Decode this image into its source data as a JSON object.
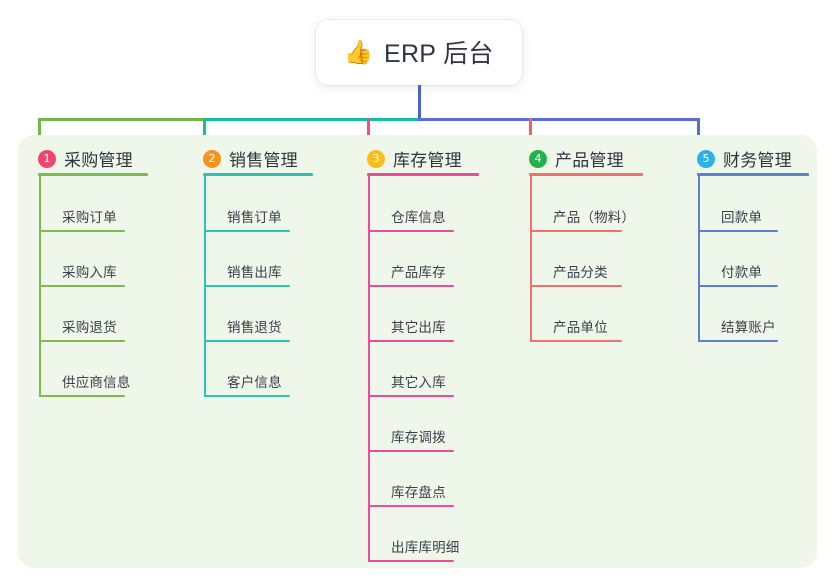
{
  "title": {
    "icon": "thumbs-up-icon",
    "icon_glyph": "👍",
    "text": "ERP 后台"
  },
  "colors": {
    "panel_bg": "#eef7e9",
    "card_bg": "#ffffff",
    "stem_blue": "#4c63cf",
    "bar_green": "#74b743",
    "bar_teal": "#11bfa1",
    "bar_blue": "#5b6ad6",
    "drop_green": "#74b743",
    "drop_teal": "#11bfa1",
    "drop_pink": "#ef4b8f",
    "drop_red": "#f2635f",
    "drop_blue": "#4f74cf"
  },
  "columns": [
    {
      "index": "1",
      "title": "采购管理",
      "badge_color": "#f2456b",
      "line_color": "#7cbc4e",
      "items": [
        {
          "label": "采购订单"
        },
        {
          "label": "采购入库"
        },
        {
          "label": "采购退货"
        },
        {
          "label": "供应商信息"
        }
      ]
    },
    {
      "index": "2",
      "title": "销售管理",
      "badge_color": "#f6931e",
      "line_color": "#2cc3b4",
      "items": [
        {
          "label": "销售订单"
        },
        {
          "label": "销售出库"
        },
        {
          "label": "销售退货"
        },
        {
          "label": "客户信息"
        }
      ]
    },
    {
      "index": "3",
      "title": "库存管理",
      "badge_color": "#fbbd1c",
      "line_color": "#ef4b9b",
      "items": [
        {
          "label": "仓库信息"
        },
        {
          "label": "产品库存"
        },
        {
          "label": "其它出库"
        },
        {
          "label": "其它入库"
        },
        {
          "label": "库存调拨"
        },
        {
          "label": "库存盘点"
        },
        {
          "label": "出库库明细"
        }
      ]
    },
    {
      "index": "4",
      "title": "产品管理",
      "badge_color": "#22b14c",
      "line_color": "#f4706b",
      "items": [
        {
          "label": "产品（物料）"
        },
        {
          "label": "产品分类"
        },
        {
          "label": "产品单位"
        }
      ]
    },
    {
      "index": "5",
      "title": "财务管理",
      "badge_color": "#2eb0e8",
      "line_color": "#5b7fd1",
      "items": [
        {
          "label": "回款单"
        },
        {
          "label": "付款单"
        },
        {
          "label": "结算账户"
        }
      ]
    }
  ]
}
